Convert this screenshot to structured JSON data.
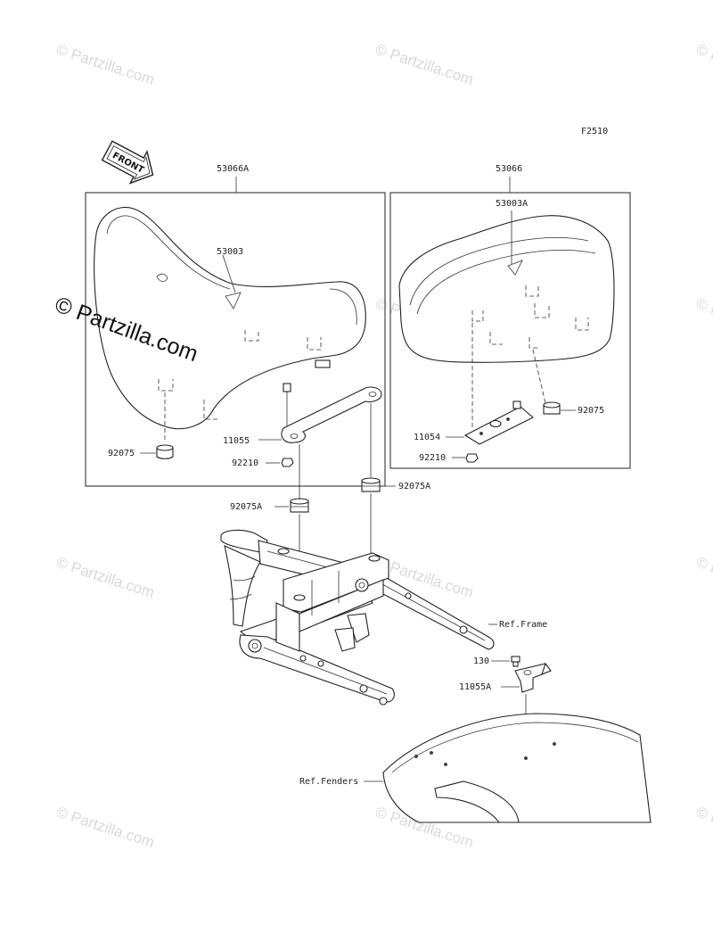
{
  "diagram": {
    "code": "F2510",
    "front_arrow_text": "FRONT",
    "watermark_small": "© Partzilla.com",
    "watermark_large": "© Partzilla.com"
  },
  "parts": {
    "seat_assembly_a": "53066A",
    "seat_a": "53003",
    "seat_assembly": "53066",
    "seat_b": "53003A",
    "damper_left": "92075",
    "damper_right": "92075",
    "bracket_left": "11055",
    "bracket_right": "11054",
    "nut_left": "92210",
    "nut_right": "92210",
    "damper_a_left": "92075A",
    "damper_a_right": "92075A",
    "frame_ref": "Ref.Frame",
    "bolt": "130",
    "bracket_a": "11055A",
    "fenders_ref": "Ref.Fenders"
  }
}
